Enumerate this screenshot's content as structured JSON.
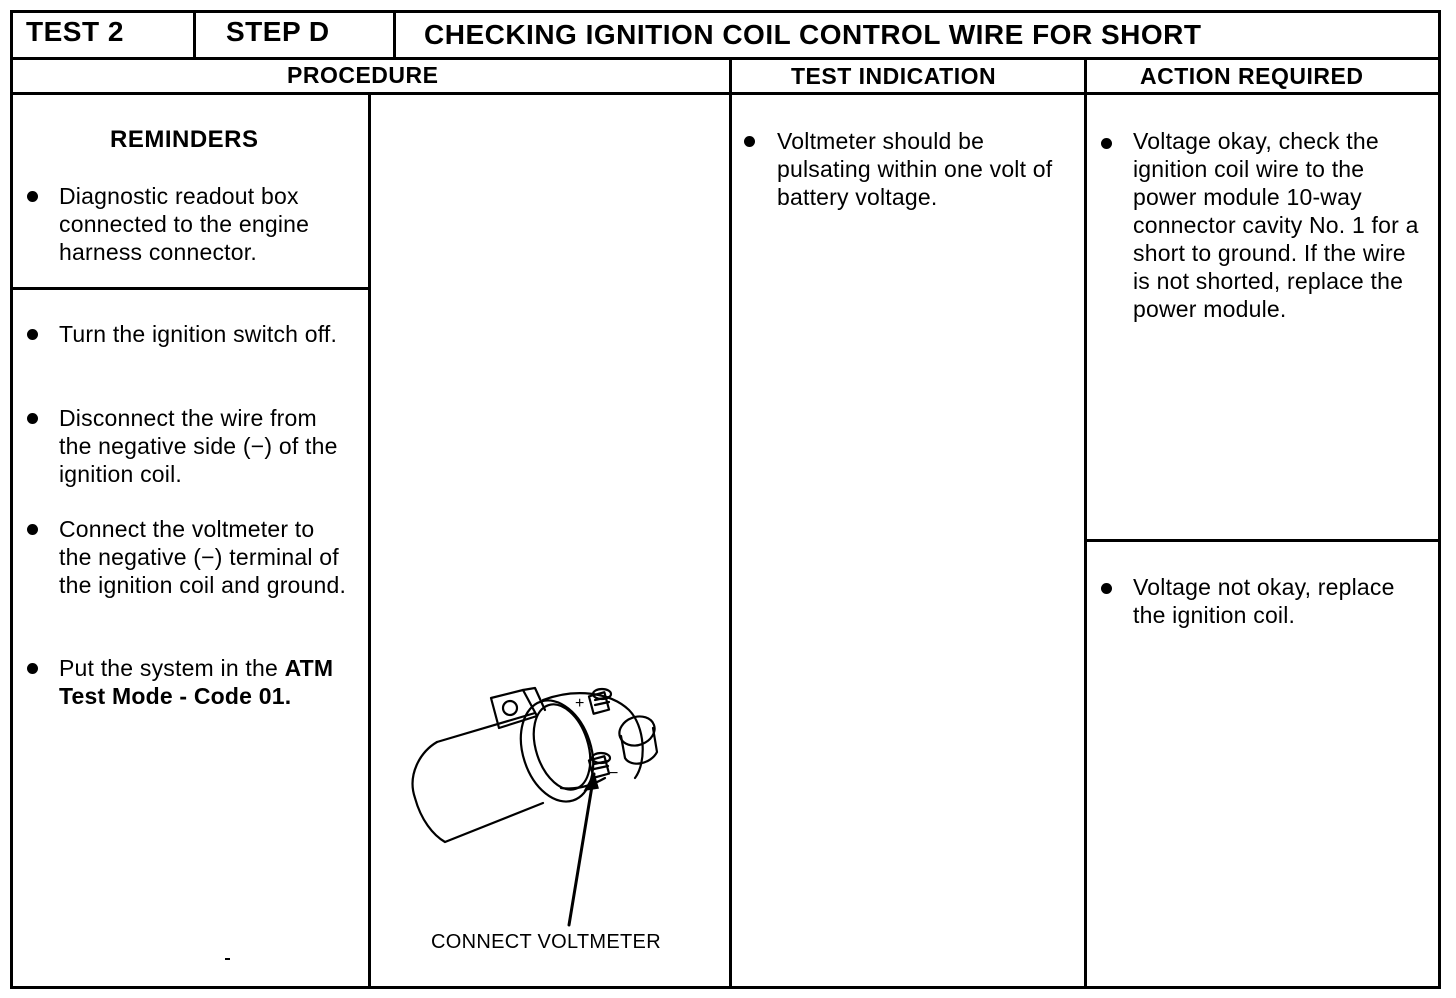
{
  "header": {
    "test": "TEST 2",
    "step": "STEP D",
    "title": "CHECKING IGNITION COIL CONTROL WIRE FOR SHORT"
  },
  "columns": {
    "procedure": "PROCEDURE",
    "test_indication": "TEST INDICATION",
    "action_required": "ACTION REQUIRED"
  },
  "reminders": {
    "title": "REMINDERS",
    "items": [
      "Diagnostic readout box connected to the engine harness connector."
    ]
  },
  "procedure_steps": [
    "Turn the ignition switch off.",
    "Disconnect the wire from the negative side (−) of the ignition coil.",
    "Connect the voltmeter to the negative (−) terminal of the ignition coil and ground."
  ],
  "final_step": {
    "prefix": "Put the system in the",
    "bold": "ATM Test Mode - Code 01."
  },
  "illustration": {
    "caption": "CONNECT VOLTMETER",
    "plus_label": "+",
    "minus_label": "−"
  },
  "test_indication": [
    "Voltmeter should be pulsating within one volt of battery voltage."
  ],
  "actions": {
    "okay": "Voltage okay, check the ignition coil wire to the power module 10-way connector cavity No. 1 for a short to ground. If the wire is not shorted, replace the power module.",
    "not_okay": "Voltage not okay, replace the ignition coil."
  }
}
